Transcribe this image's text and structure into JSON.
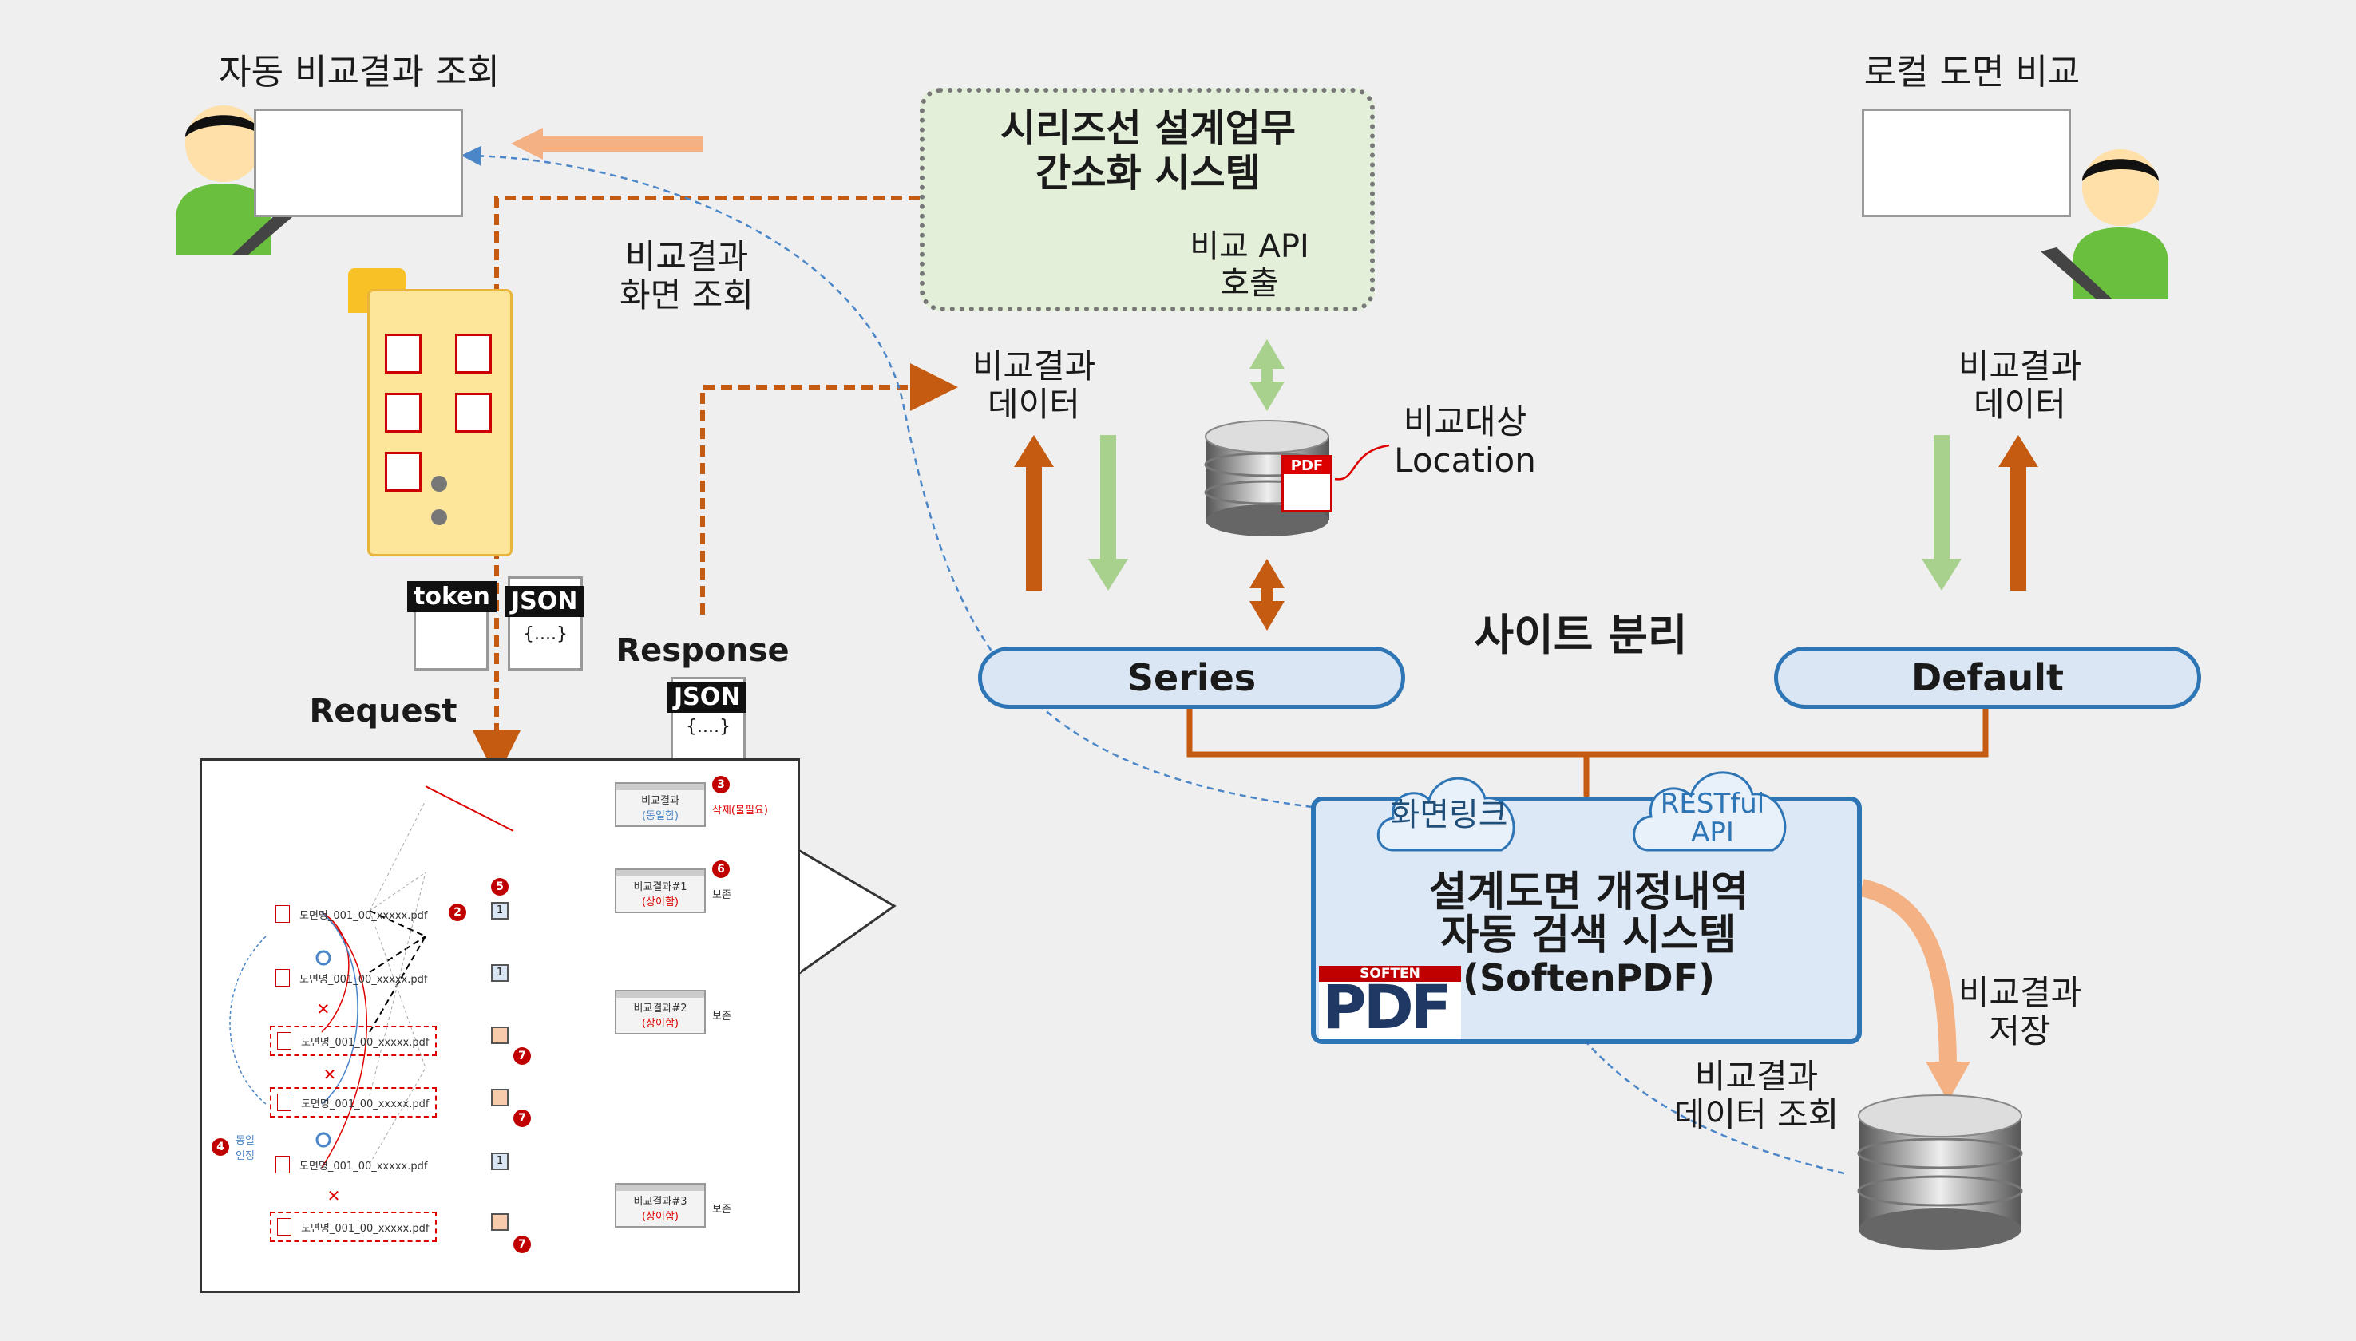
{
  "labels": {
    "auto_view": "자동 비교결과 조회",
    "local_compare": "로컬 도면 비교",
    "series_system_line1": "시리즈선 설계업무",
    "series_system_line2": "간소화 시스템",
    "compare_api_call": "비교 API\n호출",
    "view_screen": "비교결과\n화면 조회",
    "result_data_left": "비교결과\n데이터",
    "result_data_right": "비교결과\n데이터",
    "compare_location": "비교대상\nLocation",
    "site_split": "사이트 분리",
    "series": "Series",
    "default": "Default",
    "screen_link": "화면링크",
    "restful_api": "RESTful\nAPI",
    "main_title_line1": "설계도면 개정내역",
    "main_title_line2": "자동 검색 시스템",
    "main_title_line3": "(SoftenPDF)",
    "save_result": "비교결과\n저장",
    "view_result_data": "비교결과\n데이터 조회",
    "request": "Request",
    "response": "Response",
    "token": "token",
    "json": "JSON",
    "json_braces": "{....}",
    "pdf_icon": "PDF",
    "logo_top": "SOFTEN",
    "logo_main": "PDF"
  },
  "panel": {
    "files": [
      "도면명_001_00_xxxxx.pdf",
      "도면명_001_00_xxxxx.pdf",
      "도면명_001_00_xxxxx.pdf",
      "도면명_001_00_xxxxx.pdf",
      "도면명_001_00_xxxxx.pdf",
      "도면명_001_00_xxxxx.pdf"
    ],
    "squares": [
      "1",
      "1",
      "",
      "",
      "1",
      ""
    ],
    "cards": [
      {
        "title": "비교결과",
        "sub": "(동일함)",
        "note": "삭제(불필요)"
      },
      {
        "title": "비교결과#1",
        "sub": "(상이함)",
        "note": "보존"
      },
      {
        "title": "비교결과#2",
        "sub": "(상이함)",
        "note": "보존"
      },
      {
        "title": "비교결과#3",
        "sub": "(상이함)",
        "note": "보존"
      }
    ],
    "same_confirm": "동일\n인정",
    "badges": [
      "2",
      "3",
      "4",
      "5",
      "6",
      "7",
      "7",
      "7"
    ]
  },
  "colors": {
    "orange": "#c55a11",
    "green_arrow": "#a9d18e",
    "blue": "#2e75b6",
    "salmon": "#f4b183"
  }
}
